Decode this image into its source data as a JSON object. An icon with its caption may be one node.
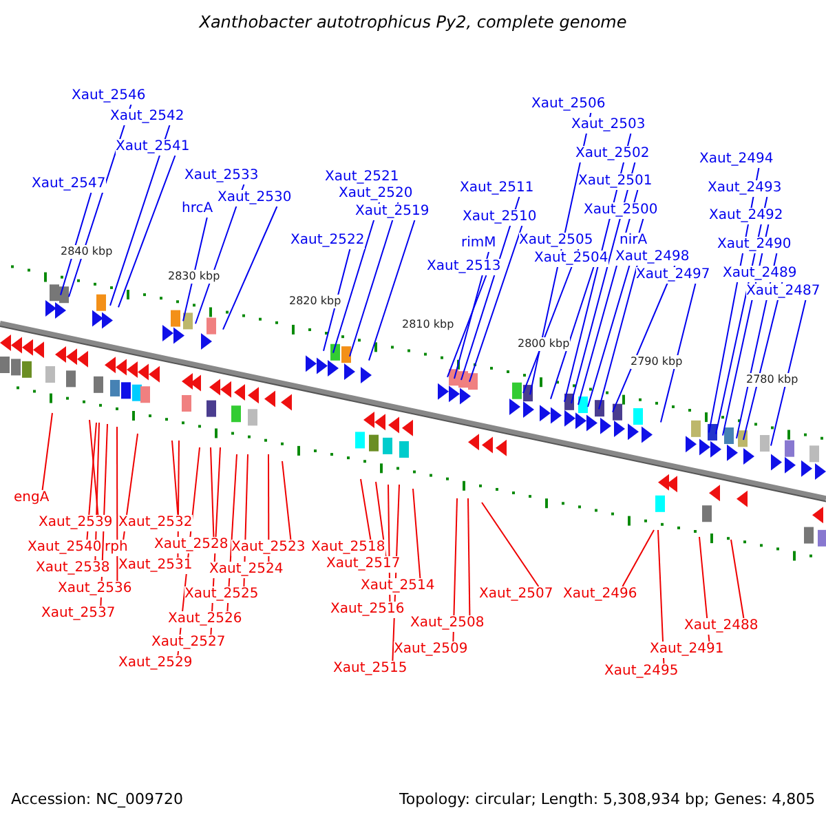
{
  "diagram": {
    "title": "Xanthobacter autotrophicus Py2, complete genome",
    "nodes": [
      {
        "text": [
          "Xaut_2546"
        ]
      },
      {
        "text": [
          "Xaut_2542"
        ]
      },
      {
        "text": [
          "Xaut_2541"
        ]
      },
      {
        "text": [
          "Xaut_2547"
        ]
      },
      {
        "text": [
          "Xaut_2533"
        ]
      },
      {
        "text": [
          "hrcA"
        ]
      },
      {
        "text": [
          "Xaut_2530"
        ]
      },
      {
        "text": [
          "Xaut_2521"
        ]
      },
      {
        "text": [
          "Xaut_2520"
        ]
      },
      {
        "text": [
          "Xaut_2519"
        ]
      },
      {
        "text": [
          "Xaut_2522"
        ]
      },
      {
        "text": [
          "Xaut_2511"
        ]
      },
      {
        "text": [
          "Xaut_2510"
        ]
      },
      {
        "text": [
          "rimM"
        ]
      },
      {
        "text": [
          "Xaut_2513"
        ]
      },
      {
        "text": [
          "Xaut_2506"
        ]
      },
      {
        "text": [
          "Xaut_2503"
        ]
      },
      {
        "text": [
          "Xaut_2502"
        ]
      },
      {
        "text": [
          "Xaut_2501"
        ]
      },
      {
        "text": [
          "Xaut_2500"
        ]
      },
      {
        "text": [
          "Xaut_2505"
        ]
      },
      {
        "text": [
          "Xaut_2504"
        ]
      },
      {
        "text": [
          "nirA"
        ]
      },
      {
        "text": [
          "Xaut_2498"
        ]
      },
      {
        "text": [
          "Xaut_2497"
        ]
      },
      {
        "text": [
          "Xaut_2494"
        ]
      },
      {
        "text": [
          "Xaut_2493"
        ]
      },
      {
        "text": [
          "Xaut_2492"
        ]
      },
      {
        "text": [
          "Xaut_2490"
        ]
      },
      {
        "text": [
          "Xaut_2489"
        ]
      },
      {
        "text": [
          "Xaut_2487"
        ]
      },
      {
        "text": [
          "engA"
        ]
      },
      {
        "text": [
          "Xaut_2539"
        ]
      },
      {
        "text": [
          "Xaut_2540"
        ]
      },
      {
        "text": [
          "rph"
        ]
      },
      {
        "text": [
          "Xaut_2538"
        ]
      },
      {
        "text": [
          "Xaut_2536"
        ]
      },
      {
        "text": [
          "Xaut_2537"
        ]
      },
      {
        "text": [
          "Xaut_2532"
        ]
      },
      {
        "text": [
          "Xaut_2531"
        ]
      },
      {
        "text": [
          "Xaut_2528"
        ]
      },
      {
        "text": [
          "Xaut_2529"
        ]
      },
      {
        "text": [
          "Xaut_2527"
        ]
      },
      {
        "text": [
          "Xaut_2526"
        ]
      },
      {
        "text": [
          "Xaut_2525"
        ]
      },
      {
        "text": [
          "Xaut_2524"
        ]
      },
      {
        "text": [
          "Xaut_2523"
        ]
      },
      {
        "text": [
          "Xaut_2518"
        ]
      },
      {
        "text": [
          "Xaut_2517"
        ]
      },
      {
        "text": [
          "Xaut_2514"
        ]
      },
      {
        "text": [
          "Xaut_2516"
        ]
      },
      {
        "text": [
          "Xaut_2515"
        ]
      },
      {
        "text": [
          "Xaut_2508"
        ]
      },
      {
        "text": [
          "Xaut_2509"
        ]
      },
      {
        "text": [
          "Xaut_2507"
        ]
      },
      {
        "text": [
          "Xaut_2496"
        ]
      },
      {
        "text": [
          "Xaut_2495"
        ]
      },
      {
        "text": [
          "Xaut_2491"
        ]
      },
      {
        "text": [
          "Xaut_2488"
        ]
      }
    ],
    "edges": [
      {
        "from": 0,
        "to": null,
        "arrow": "none"
      },
      {
        "from": 1,
        "to": null,
        "arrow": "none"
      },
      {
        "from": 2,
        "to": null,
        "arrow": "none"
      },
      {
        "from": 3,
        "to": null,
        "arrow": "none"
      },
      {
        "from": 4,
        "to": null,
        "arrow": "none"
      },
      {
        "from": 5,
        "to": null,
        "arrow": "none"
      },
      {
        "from": 6,
        "to": null,
        "arrow": "none"
      },
      {
        "from": 7,
        "to": null,
        "arrow": "none"
      },
      {
        "from": 8,
        "to": null,
        "arrow": "none"
      },
      {
        "from": 9,
        "to": null,
        "arrow": "none"
      },
      {
        "from": 10,
        "to": null,
        "arrow": "none"
      },
      {
        "from": 11,
        "to": null,
        "arrow": "none"
      },
      {
        "from": 12,
        "to": null,
        "arrow": "none"
      },
      {
        "from": 13,
        "to": null,
        "arrow": "none"
      },
      {
        "from": 14,
        "to": null,
        "arrow": "none"
      },
      {
        "from": 15,
        "to": null,
        "arrow": "none"
      },
      {
        "from": 16,
        "to": null,
        "arrow": "none"
      },
      {
        "from": 17,
        "to": null,
        "arrow": "none"
      },
      {
        "from": 18,
        "to": null,
        "arrow": "none"
      },
      {
        "from": 19,
        "to": null,
        "arrow": "none"
      },
      {
        "from": 20,
        "to": null,
        "arrow": "none"
      },
      {
        "from": 21,
        "to": null,
        "arrow": "none"
      },
      {
        "from": 22,
        "to": null,
        "arrow": "none"
      },
      {
        "from": 23,
        "to": null,
        "arrow": "none"
      },
      {
        "from": 24,
        "to": null,
        "arrow": "none"
      },
      {
        "from": 25,
        "to": null,
        "arrow": "none"
      },
      {
        "from": 26,
        "to": null,
        "arrow": "none"
      },
      {
        "from": 27,
        "to": null,
        "arrow": "none"
      },
      {
        "from": 28,
        "to": null,
        "arrow": "none"
      },
      {
        "from": 29,
        "to": null,
        "arrow": "none"
      },
      {
        "from": 30,
        "to": null,
        "arrow": "none"
      },
      {
        "from": 31,
        "to": null,
        "arrow": "none",
        "color": "#ee0000"
      },
      {
        "from": 32,
        "to": null,
        "arrow": "none",
        "color": "#ee0000"
      },
      {
        "from": 33,
        "to": null,
        "arrow": "none",
        "color": "#ee0000"
      },
      {
        "from": 34,
        "to": null,
        "arrow": "none",
        "color": "#ee0000"
      },
      {
        "from": 35,
        "to": null,
        "arrow": "none",
        "color": "#ee0000"
      },
      {
        "from": 36,
        "to": null,
        "arrow": "none",
        "color": "#ee0000"
      },
      {
        "from": 37,
        "to": null,
        "arrow": "none",
        "color": "#ee0000"
      },
      {
        "from": 38,
        "to": null,
        "arrow": "none",
        "color": "#ee0000"
      },
      {
        "from": 39,
        "to": null,
        "arrow": "none",
        "color": "#ee0000"
      },
      {
        "from": 40,
        "to": null,
        "arrow": "none",
        "color": "#ee0000"
      },
      {
        "from": 41,
        "to": null,
        "arrow": "none",
        "color": "#ee0000"
      },
      {
        "from": 42,
        "to": null,
        "arrow": "none",
        "color": "#ee0000"
      },
      {
        "from": 43,
        "to": null,
        "arrow": "none",
        "color": "#ee0000"
      },
      {
        "from": 44,
        "to": null,
        "arrow": "none",
        "color": "#ee0000"
      },
      {
        "from": 45,
        "to": null,
        "arrow": "none",
        "color": "#ee0000"
      },
      {
        "from": 46,
        "to": null,
        "arrow": "none",
        "color": "#ee0000"
      },
      {
        "from": 47,
        "to": null,
        "arrow": "none",
        "color": "#ee0000"
      },
      {
        "from": 48,
        "to": null,
        "arrow": "none",
        "color": "#ee0000"
      },
      {
        "from": 49,
        "to": null,
        "arrow": "none",
        "color": "#ee0000"
      },
      {
        "from": 50,
        "to": null,
        "arrow": "none",
        "color": "#ee0000"
      },
      {
        "from": 51,
        "to": null,
        "arrow": "none",
        "color": "#ee0000"
      },
      {
        "from": 52,
        "to": null,
        "arrow": "none",
        "color": "#ee0000"
      },
      {
        "from": 53,
        "to": null,
        "arrow": "none",
        "color": "#ee0000"
      },
      {
        "from": 54,
        "to": null,
        "arrow": "none",
        "color": "#ee0000"
      },
      {
        "from": 55,
        "to": null,
        "arrow": "none",
        "color": "#ee0000"
      },
      {
        "from": 56,
        "to": null,
        "arrow": "none",
        "color": "#ee0000"
      },
      {
        "from": 57,
        "to": null,
        "arrow": "none",
        "color": "#ee0000"
      },
      {
        "from": 58,
        "to": null,
        "arrow": "none",
        "color": "#ee0000"
      }
    ],
    "labels": [
      "2840 kbp",
      "2830 kbp",
      "2820 kbp",
      "2810 kbp",
      "2800 kbp",
      "2790 kbp",
      "2780 kbp",
      "Accession: NC_009720",
      "Topology: circular; Length: 5,308,934 bp; Genes: 4,805"
    ]
  }
}
